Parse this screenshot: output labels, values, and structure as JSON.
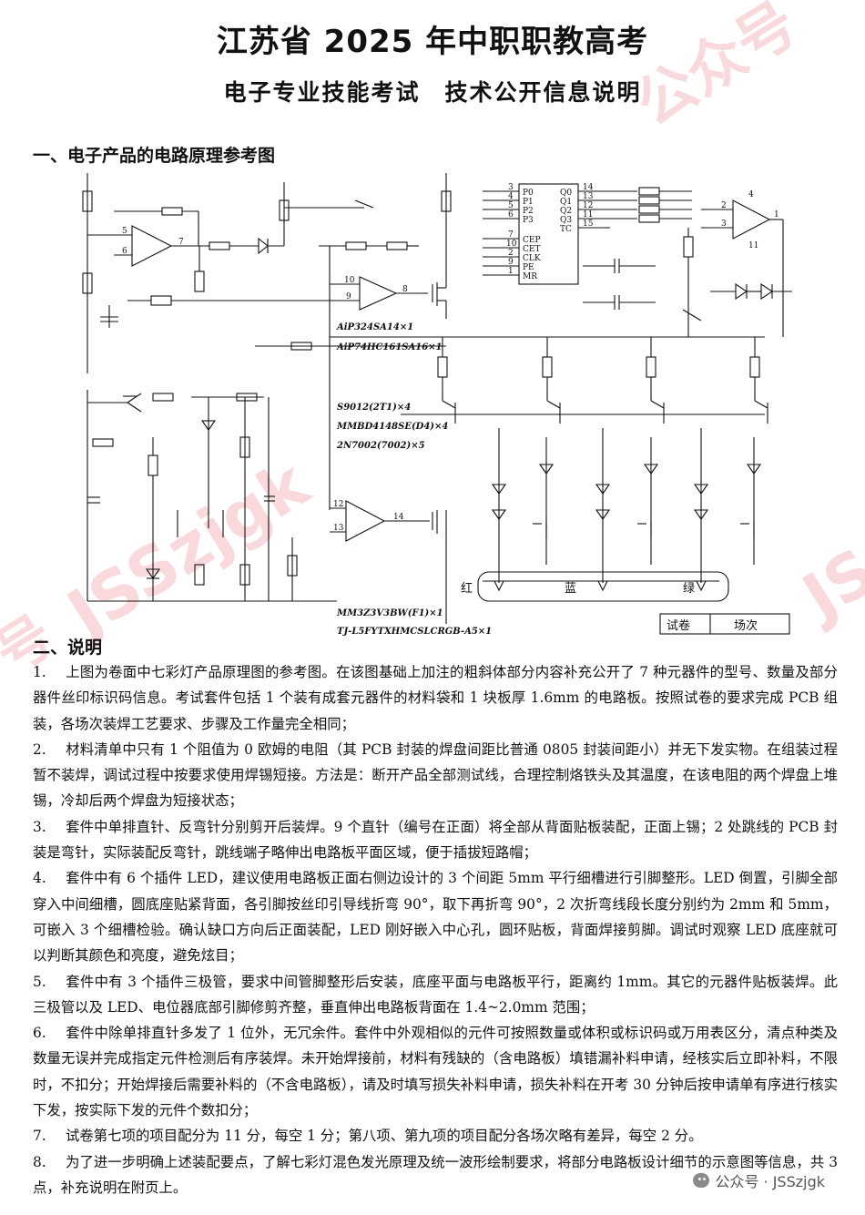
{
  "title": "江苏省 2025 年中职职教高考",
  "subtitle": "电子专业技能考试　技术公开信息说明",
  "section1_heading": "一、电子产品的电路原理参考图",
  "section2_heading": "二、说明",
  "schematic": {
    "annotations": [
      "AiP324SA14×1",
      "AiP74HC161SA16×1",
      "S9012(2T1)×4",
      "MMBD4148SE(D4)×4",
      "2N7002(7002)×5",
      "MM3Z3V3BW(F1)×1",
      "TJ-L5FYTXHMCSLCRGB-A5×1"
    ],
    "ic_pins_left": [
      "P0",
      "P1",
      "P2",
      "P3",
      "CEP",
      "CET",
      "CLK",
      "PE",
      "MR"
    ],
    "ic_pins_right": [
      "Q0",
      "Q1",
      "Q2",
      "Q3",
      "TC"
    ],
    "ic_pin_nums_left": [
      "3",
      "4",
      "5",
      "6",
      "7",
      "10",
      "2",
      "9",
      "1"
    ],
    "ic_pin_nums_right": [
      "14",
      "13",
      "12",
      "11",
      "15"
    ],
    "opamp_pins": [
      "5",
      "6",
      "7",
      "10",
      "9",
      "8",
      "12",
      "13",
      "14",
      "2",
      "3",
      "1",
      "4",
      "11"
    ],
    "led_labels": [
      "红",
      "蓝",
      "绿"
    ],
    "box_labels": [
      "试卷",
      "场次"
    ]
  },
  "items": [
    {
      "num": "1.",
      "text": "上图为卷面中七彩灯产品原理图的参考图。在该图基础上加注的粗斜体部分内容补充公开了 7 种元器件的型号、数量及部分器件丝印标识码信息。考试套件包括 1 个装有成套元器件的材料袋和 1 块板厚 1.6mm 的电路板。按照试卷的要求完成 PCB 组装，各场次装焊工艺要求、步骤及工作量完全相同；"
    },
    {
      "num": "2.",
      "text": "材料清单中只有 1 个阻值为 0 欧姆的电阻（其 PCB 封装的焊盘间距比普通 0805 封装间距小）并无下发实物。在组装过程暂不装焊，调试过程中按要求使用焊锡短接。方法是：断开产品全部测试线，合理控制烙铁头及其温度，在该电阻的两个焊盘上堆锡，冷却后两个焊盘为短接状态；"
    },
    {
      "num": "3.",
      "text": "套件中单排直针、反弯针分别剪开后装焊。9 个直针（编号在正面）将全部从背面贴板装配，正面上锡；2 处跳线的 PCB 封装是弯针，实际装配反弯针，跳线端子略伸出电路板平面区域，便于插拔短路帽；"
    },
    {
      "num": "4.",
      "text": "套件中有 6 个插件 LED，建议使用电路板正面右侧边设计的 3 个间距 5mm 平行细槽进行引脚整形。LED 倒置，引脚全部穿入中间细槽，圆底座贴紧背面，各引脚按丝印引导线折弯 90°，取下再折弯 90°，2 次折弯线段长度分别约为 2mm 和 5mm，可嵌入 3 个细槽检验。确认缺口方向后正面装配，LED 刚好嵌入中心孔，圆环贴板，背面焊接剪脚。调试时观察 LED 底座就可以判断其颜色和亮度，避免炫目；"
    },
    {
      "num": "5.",
      "text": "套件中有 3 个插件三极管，要求中间管脚整形后安装，底座平面与电路板平行，距离约 1mm。其它的元器件贴板装焊。此三极管以及 LED、电位器底部引脚修剪齐整，垂直伸出电路板背面在 1.4~2.0mm 范围；"
    },
    {
      "num": "6.",
      "text": "套件中除单排直针多发了 1 位外，无冗余件。套件中外观相似的元件可按照数量或体积或标识码或万用表区分，清点种类及数量无误并完成指定元件检测后有序装焊。未开始焊接前，材料有残缺的（含电路板）填错漏补料申请，经核实后立即补料，不限时，不扣分；开始焊接后需要补料的（不含电路板），请及时填写损失补料申请，损失补料在开考 30 分钟后按申请单有序进行核实下发，按实际下发的元件个数扣分；"
    },
    {
      "num": "7.",
      "text": "试卷第七项的项目配分为 11 分，每空 1 分；第八项、第九项的项目配分各场次略有差异，每空 2 分。"
    },
    {
      "num": "8.",
      "text": "为了进一步明确上述装配要点，了解七彩灯混色发光原理及统一波形绘制要求，将部分电路板设计细节的示意图等信息，共 3 点，补充说明在附页上。"
    }
  ],
  "watermark": {
    "text1": "公众号",
    "text2": "JSSzjgk",
    "text3": "JS",
    "text4": "号"
  },
  "footer_wechat": "公众号 · JSSzjgk",
  "colors": {
    "watermark": "#e87882",
    "text": "#111111"
  }
}
